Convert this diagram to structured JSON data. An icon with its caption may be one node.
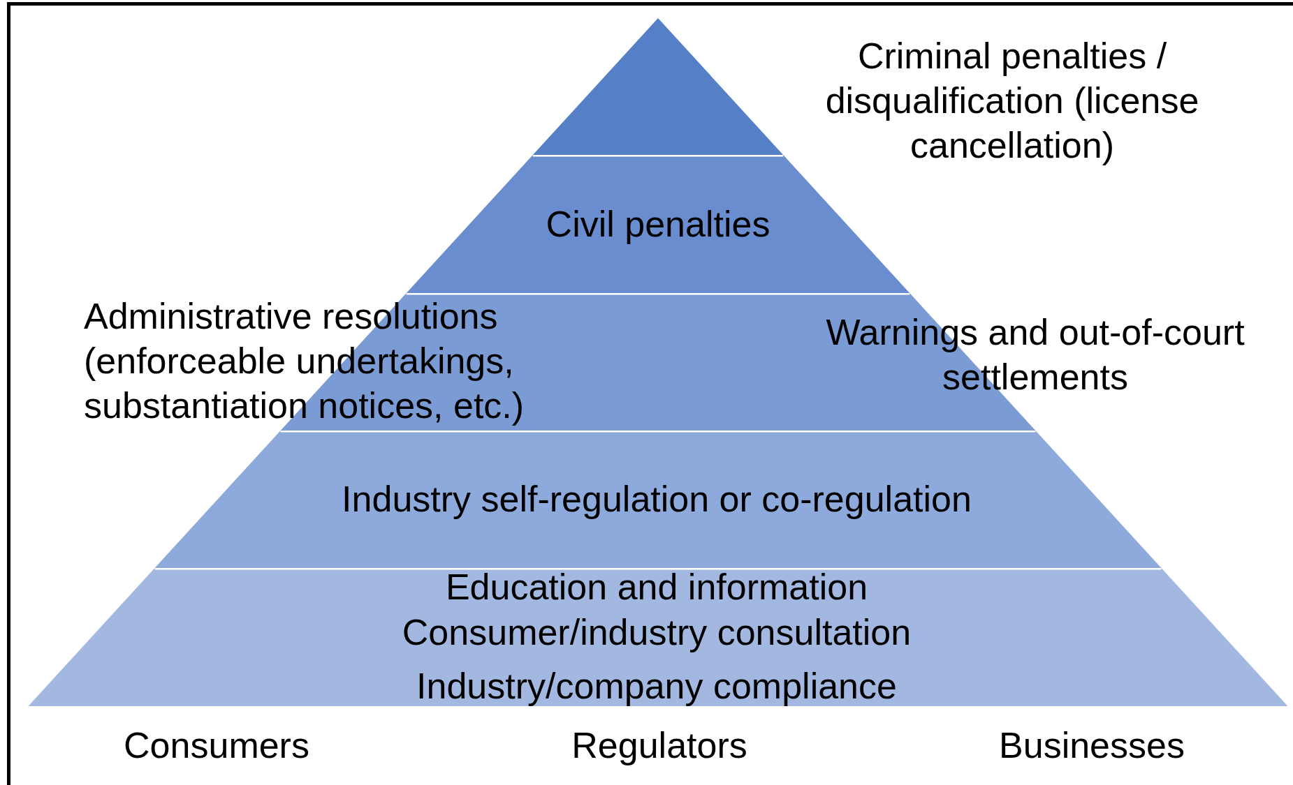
{
  "diagram": {
    "nodes": [
      {
        "text": [],
        "shape": "triangle"
      },
      {
        "text": [
          "Civil penalties"
        ]
      },
      {
        "text": [
          "Administrative resolutions (enforceable undertakings, substantiation notices, etc.)",
          "Warnings and out-of-court settlements"
        ]
      },
      {
        "text": [
          "Industry self-regulation or co-regulation"
        ]
      },
      {
        "text": [
          "Education and information",
          "Consumer/industry consultation",
          "Industry/company compliance"
        ]
      }
    ],
    "labels": [
      "Criminal penalties / disqualification (license cancellation)",
      "Consumers",
      "Regulators",
      "Businesses"
    ]
  }
}
